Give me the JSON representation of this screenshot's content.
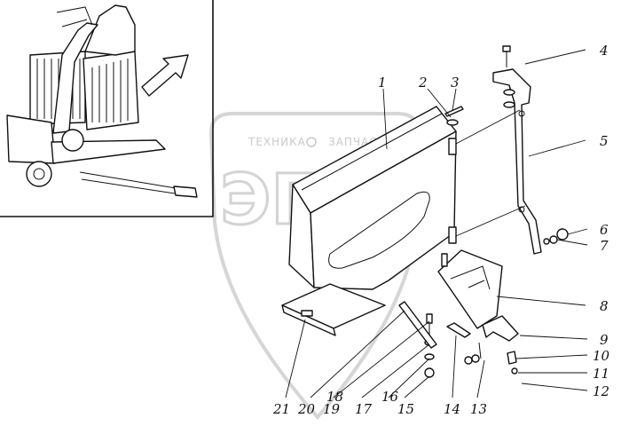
{
  "watermark": {
    "top_text": "ТЕХНИКА",
    "right_text": "ЗАПЧАСТИ",
    "big_text": "ЭПФ"
  },
  "callouts": [
    {
      "id": "c1",
      "label": "1"
    },
    {
      "id": "c2",
      "label": "2"
    },
    {
      "id": "c3",
      "label": "3"
    },
    {
      "id": "c4",
      "label": "4"
    },
    {
      "id": "c5",
      "label": "5"
    },
    {
      "id": "c6",
      "label": "6"
    },
    {
      "id": "c7",
      "label": "7"
    },
    {
      "id": "c8",
      "label": "8"
    },
    {
      "id": "c9",
      "label": "9"
    },
    {
      "id": "c10",
      "label": "10"
    },
    {
      "id": "c11",
      "label": "11"
    },
    {
      "id": "c12",
      "label": "12"
    },
    {
      "id": "c13",
      "label": "13"
    },
    {
      "id": "c14",
      "label": "14"
    },
    {
      "id": "c15",
      "label": "15"
    },
    {
      "id": "c16",
      "label": "16"
    },
    {
      "id": "c17",
      "label": "17"
    },
    {
      "id": "c18",
      "label": "18"
    },
    {
      "id": "c19",
      "label": "19"
    },
    {
      "id": "c20",
      "label": "20"
    },
    {
      "id": "c21",
      "label": "21"
    }
  ]
}
